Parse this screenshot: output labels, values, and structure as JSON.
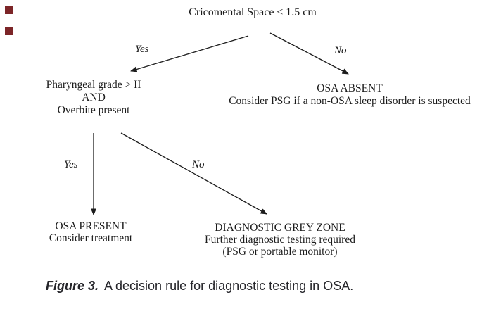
{
  "diagram": {
    "root": {
      "label": "Cricomental Space ≤ 1.5 cm"
    },
    "edges": {
      "level1_yes": "Yes",
      "level1_no": "No",
      "level2_yes": "Yes",
      "level2_no": "No"
    },
    "nodes": {
      "pharyngeal": {
        "line1": "Pharyngeal grade > II",
        "line2": "AND",
        "line3": "Overbite present"
      },
      "osa_absent": {
        "line1": "OSA ABSENT",
        "line2": "Consider PSG if a non-OSA sleep disorder is suspected"
      },
      "osa_present": {
        "line1": "OSA PRESENT",
        "line2": "Consider treatment"
      },
      "grey_zone": {
        "line1": "DIAGNOSTIC GREY ZONE",
        "line2": "Further diagnostic testing required",
        "line3": "(PSG or portable monitor)"
      }
    }
  },
  "caption": {
    "label": "Figure 3.",
    "text": "A decision rule for diagnostic testing in OSA."
  },
  "colors": {
    "text": "#1b1b1b",
    "arrow": "#1c1c1c",
    "margin_marker": "#7c2528",
    "caption_text": "#25252a"
  }
}
